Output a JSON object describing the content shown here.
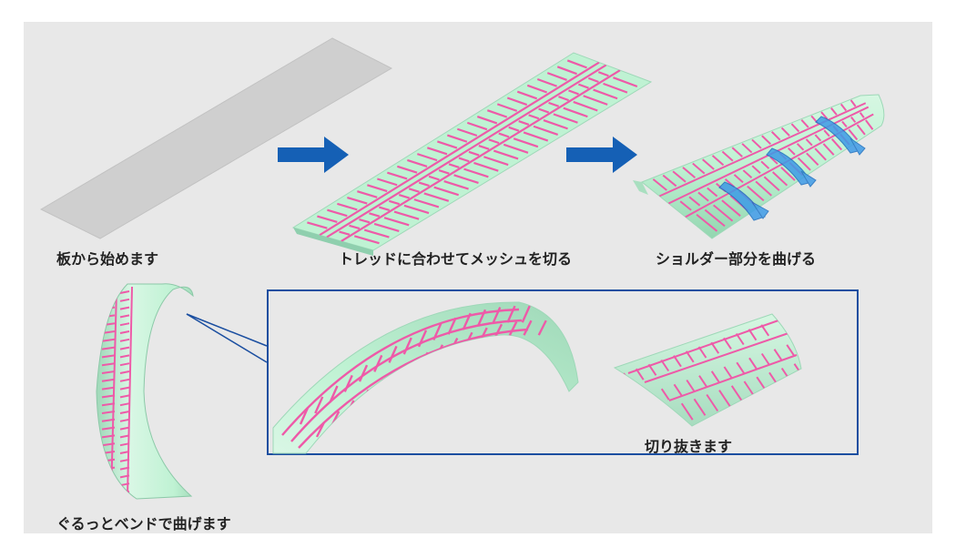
{
  "steps": {
    "flat_plate": "板から始めます",
    "mesh_cut": "トレッドに合わせてメッシュを切る",
    "bend_shoulder": "ショルダー部分を曲げる",
    "bend_around": "ぐるっとベンドで曲げます",
    "cut_out": "切り抜きます"
  },
  "colors": {
    "background": "#e8e8e8",
    "plate": "#cfcfcf",
    "tread_surface": "#bff2d3",
    "groove_lines": "#ee5aa8",
    "arrow": "#1560b5",
    "zoom_frame": "#1a4ea0",
    "bend_tool": "#3d9be6"
  },
  "icons": [
    "right-arrow-icon",
    "right-arrow-icon"
  ]
}
